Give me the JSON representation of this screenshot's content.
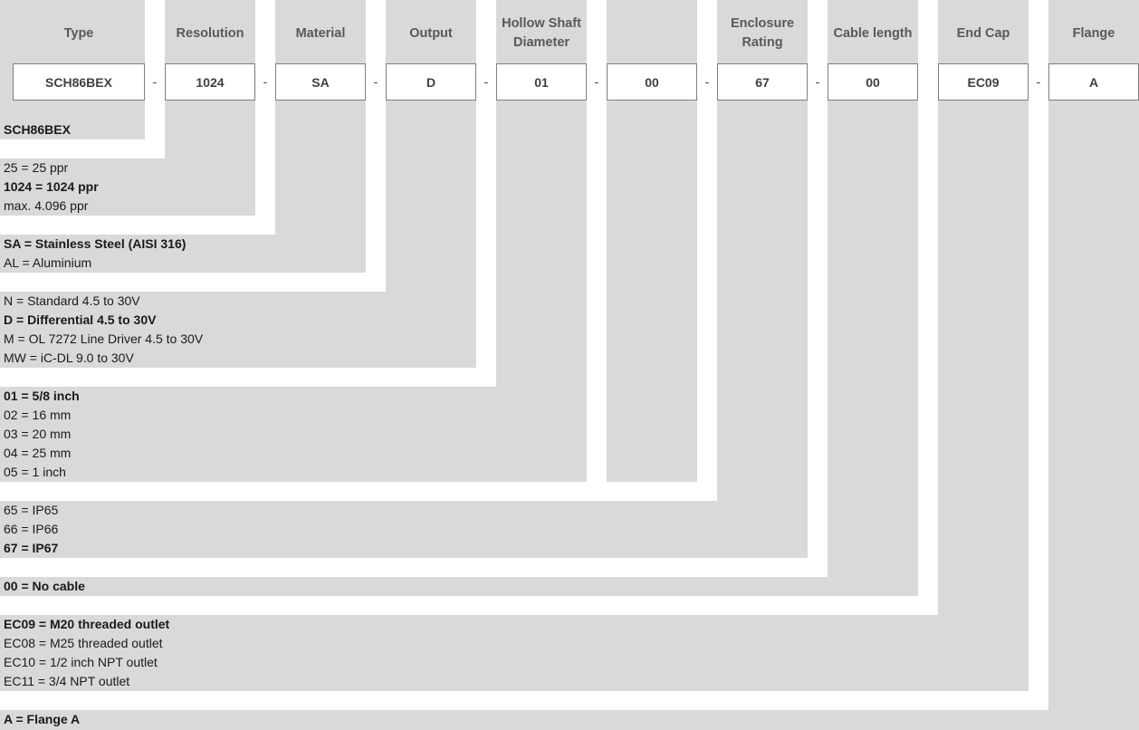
{
  "headers": [
    "Type",
    "Resolution",
    "Material",
    "Output",
    "Hollow Shaft Diameter",
    "",
    "Enclosure Rating",
    "Cable length",
    "End Cap",
    "Flange"
  ],
  "code_values": [
    "SCH86BEX",
    "1024",
    "SA",
    "D",
    "01",
    "00",
    "67",
    "00",
    "EC09",
    "A"
  ],
  "separator": "-",
  "options": {
    "type": [
      {
        "text": "SCH86BEX",
        "bold": true
      }
    ],
    "resolution": [
      {
        "text": "25 = 25 ppr",
        "bold": false
      },
      {
        "text": "1024 = 1024 ppr",
        "bold": true
      },
      {
        "text": "max. 4.096 ppr",
        "bold": false
      }
    ],
    "material": [
      {
        "text": "SA = Stainless Steel (AISI 316)",
        "bold": true
      },
      {
        "text": "AL = Aluminium",
        "bold": false
      }
    ],
    "output": [
      {
        "text": "N = Standard 4.5 to 30V",
        "bold": false
      },
      {
        "text": "D = Differential 4.5 to 30V",
        "bold": true
      },
      {
        "text": "M = OL 7272 Line Driver 4.5 to 30V",
        "bold": false
      },
      {
        "text": "MW = iC-DL 9.0 to 30V",
        "bold": false
      }
    ],
    "shaft": [
      {
        "text": "01 = 5/8 inch",
        "bold": true
      },
      {
        "text": "02 = 16 mm",
        "bold": false
      },
      {
        "text": "03 = 20 mm",
        "bold": false
      },
      {
        "text": "04 = 25 mm",
        "bold": false
      },
      {
        "text": "05 = 1 inch",
        "bold": false
      }
    ],
    "enclosure": [
      {
        "text": "65 = IP65",
        "bold": false
      },
      {
        "text": "66 = IP66",
        "bold": false
      },
      {
        "text": "67 = IP67",
        "bold": true
      }
    ],
    "cable": [
      {
        "text": "00 = No cable",
        "bold": true
      }
    ],
    "endcap": [
      {
        "text": "EC09 = M20 threaded outlet",
        "bold": true
      },
      {
        "text": "EC08 = M25 threaded outlet",
        "bold": false
      },
      {
        "text": "EC10 = 1/2 inch NPT outlet",
        "bold": false
      },
      {
        "text": "EC11 = 3/4 NPT outlet",
        "bold": false
      }
    ],
    "flange": [
      {
        "text": "A = Flange A",
        "bold": true
      }
    ]
  }
}
